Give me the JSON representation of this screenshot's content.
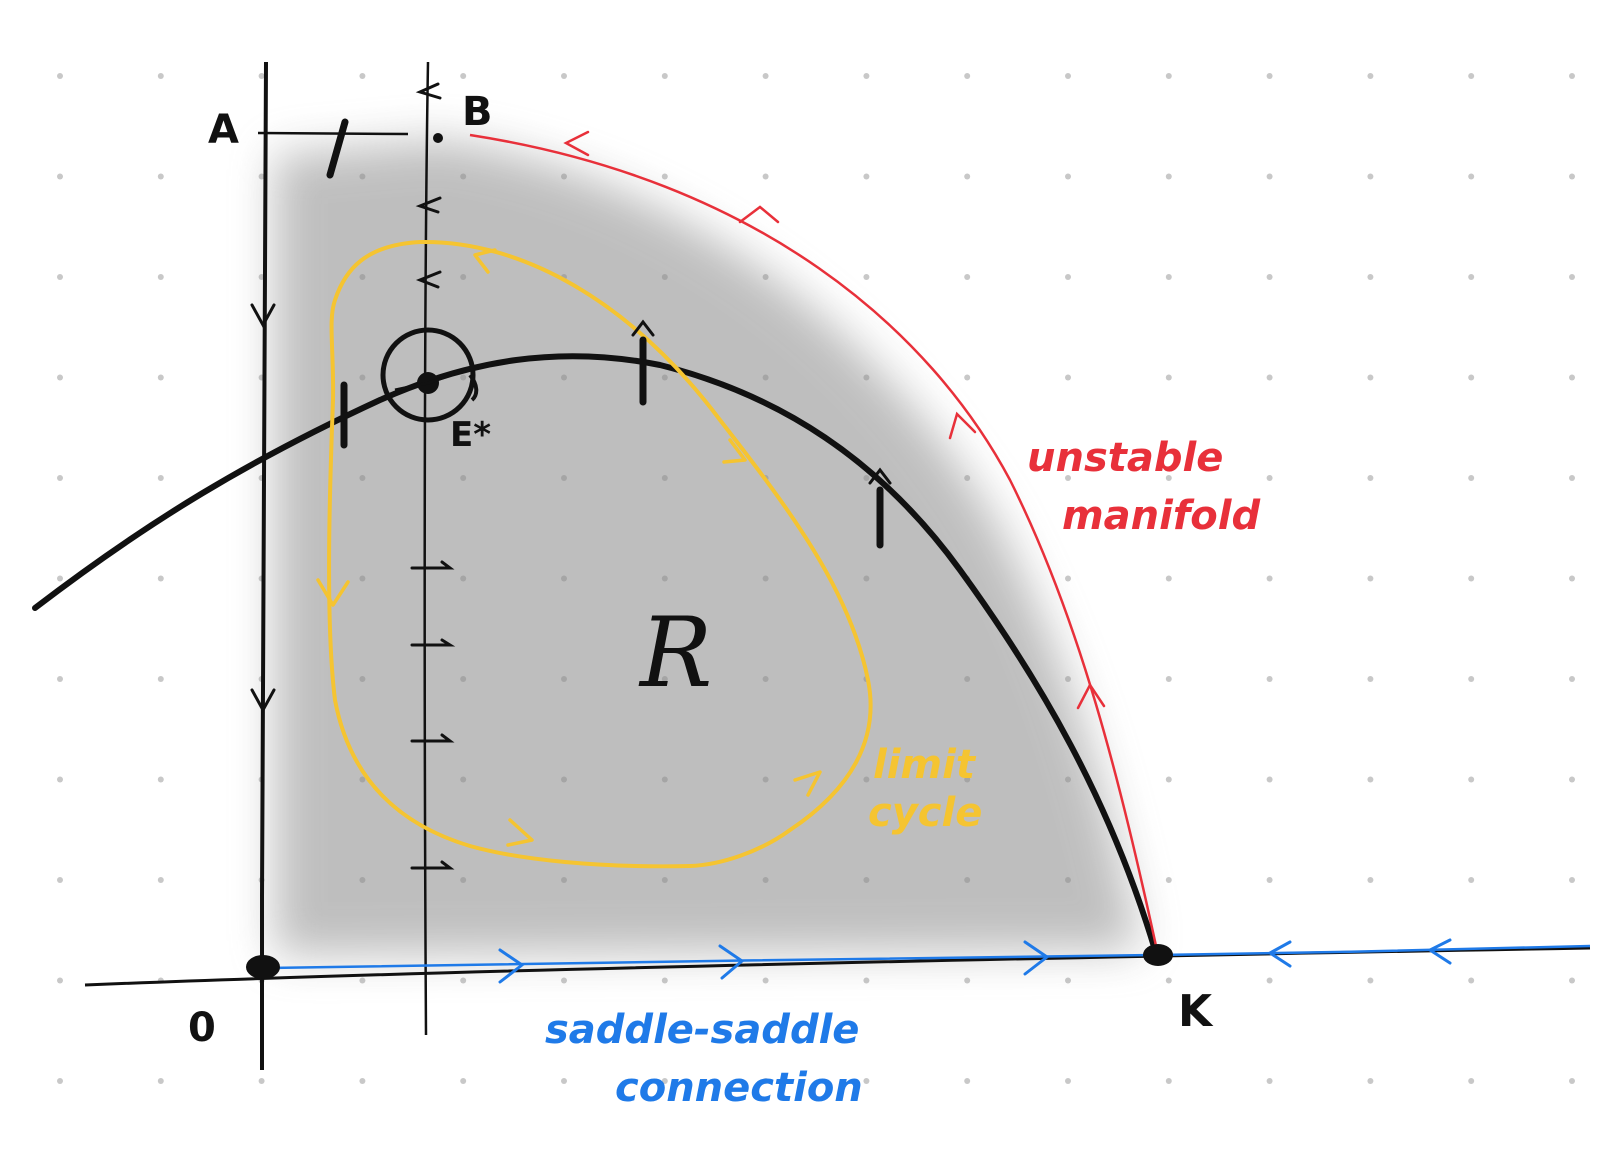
{
  "labels": {
    "A": "A",
    "B": "B",
    "E": "E*",
    "O": "0",
    "K": "K",
    "R": "R"
  },
  "annotations": {
    "unstable_manifold": [
      "unstable",
      "manifold"
    ],
    "limit_cycle": [
      "limit",
      "cycle"
    ],
    "saddle_connection": [
      "saddle-saddle",
      "connection"
    ]
  },
  "colors": {
    "ink": "#111111",
    "unstable_manifold": "#e8303a",
    "limit_cycle": "#f5c431",
    "saddle_connection": "#1f7ae8",
    "grid_dot": "#c8c8c8",
    "shading": "#8a8a8a"
  }
}
